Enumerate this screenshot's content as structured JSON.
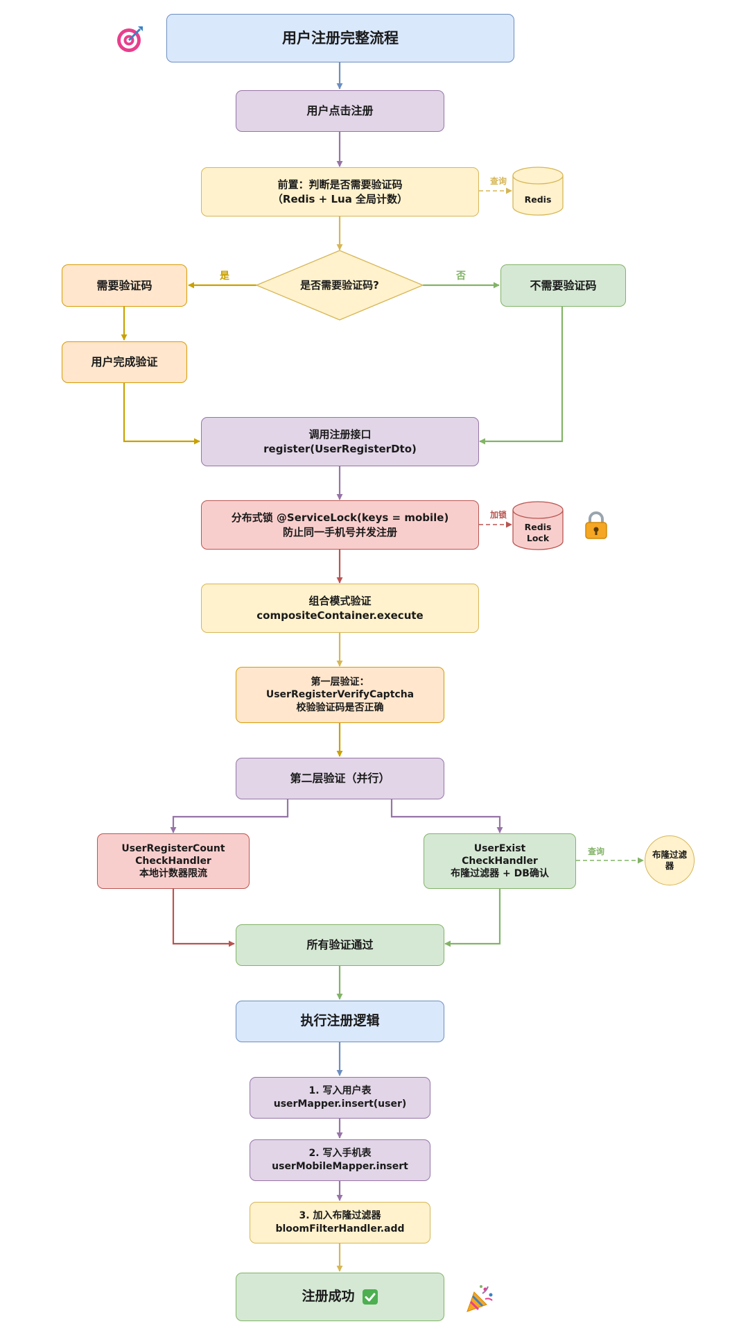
{
  "title": "用户注册完整流程",
  "nodes": {
    "click": "用户点击注册",
    "pre": [
      "前置：判断是否需要验证码",
      "（Redis + Lua 全局计数）"
    ],
    "decision": "是否需要验证码?",
    "need": "需要验证码",
    "complete": "用户完成验证",
    "no_need": "不需要验证码",
    "api": [
      "调用注册接口",
      "register(UserRegisterDto)"
    ],
    "lock": [
      "分布式锁 @ServiceLock(keys = mobile)",
      "防止同一手机号并发注册"
    ],
    "composite": [
      "组合模式验证",
      "compositeContainer.execute"
    ],
    "layer1": [
      "第一层验证：",
      "UserRegisterVerifyCaptcha",
      "校验验证码是否正确"
    ],
    "layer2": "第二层验证（并行）",
    "count": [
      "UserRegisterCount",
      "CheckHandler",
      "本地计数器限流"
    ],
    "exist": [
      "UserExist",
      "CheckHandler",
      "布隆过滤器 + DB确认"
    ],
    "all_pass": "所有验证通过",
    "exec": "执行注册逻辑",
    "step1": [
      "1. 写入用户表",
      "userMapper.insert(user)"
    ],
    "step2": [
      "2. 写入手机表",
      "userMobileMapper.insert"
    ],
    "step3": [
      "3. 加入布隆过滤器",
      "bloomFilterHandler.add"
    ],
    "success": "注册成功"
  },
  "stores": {
    "redis": "Redis",
    "redis_lock": [
      "Redis",
      "Lock"
    ],
    "bloom": [
      "布隆过滤",
      "器"
    ]
  },
  "edge_labels": {
    "yes": "是",
    "no": "否",
    "query1": "查询",
    "lock": "加锁",
    "query2": "查询"
  },
  "icons": [
    "target-icon",
    "lock-icon",
    "party-popper-icon",
    "check-mark-icon"
  ],
  "colors": {
    "blue": "#6c8ebf",
    "purple": "#9673a6",
    "yellow": "#d6b656",
    "orange": "#d79b00",
    "green": "#82b366",
    "red": "#b85450"
  }
}
